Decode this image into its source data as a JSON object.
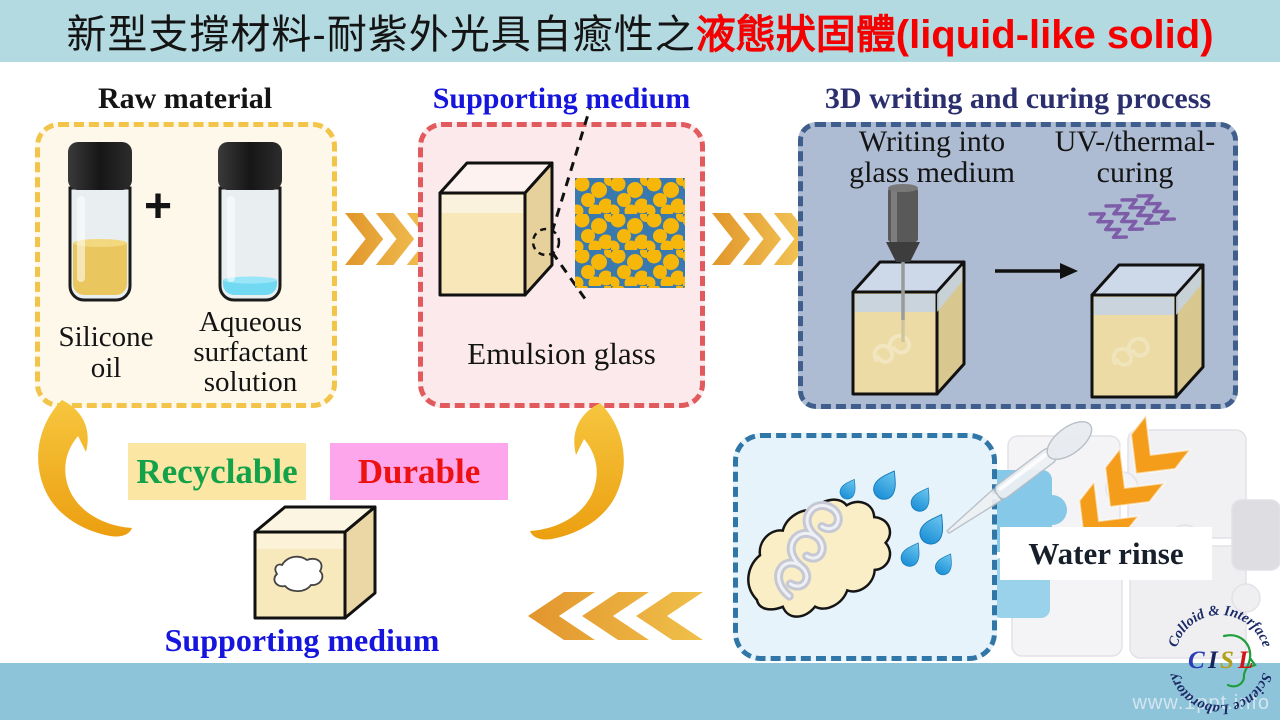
{
  "header": {
    "title_black": "新型支撐材料-耐紫外光具自癒性之",
    "title_red": "液態狀固體(liquid-like solid)"
  },
  "raw": {
    "heading": "Raw material",
    "plus": "+",
    "vial1_label_lines": [
      "Silicone",
      "oil"
    ],
    "vial2_label_lines": [
      "Aqueous",
      "surfactant",
      "solution"
    ]
  },
  "medium": {
    "heading": "Supporting medium",
    "caption": "Emulsion glass"
  },
  "process": {
    "heading": "3D writing and curing process",
    "left_label_lines": [
      "Writing into",
      "glass medium"
    ],
    "right_label_lines": [
      "UV-/thermal-",
      "curing"
    ]
  },
  "cycle": {
    "recyclable": "Recyclable",
    "durable": "Durable",
    "medium_caption": "Supporting medium",
    "rinse_caption": "Water rinse"
  },
  "logo": {
    "arc_top": "Colloid & Interface",
    "arc_bottom": "Science Laboratory",
    "letters": [
      "C",
      "I",
      "S",
      "L"
    ]
  },
  "watermark": "www.1ppt.info",
  "colors": {
    "header_bg": "#b3dae0",
    "footer_bg": "#8ec4da",
    "title_red": "#f40000",
    "heading_blue": "#1515dd",
    "heading_navy": "#2b2f6e",
    "raw_border": "#f3c44a",
    "raw_bg": "#fdf8ea",
    "medium_border": "#e15a5e",
    "medium_bg": "#fbe9eb",
    "process_border": "#3f5e8c",
    "process_bg": "#adbcd3",
    "rinse_border": "#3076a6",
    "rinse_bg": "#e7f3fb",
    "recyclable_bg": "#fbe7a3",
    "recyclable_text": "#13a24a",
    "durable_bg": "#fda6ec",
    "durable_text": "#ee1111",
    "arrow_orange": "#f0a21f",
    "emulsion_blue": "#3a79ae",
    "emulsion_yellow": "#f7b70a",
    "silicone_oil": "#eac75e",
    "surfactant_blue": "#72d9f3",
    "uv_purple": "#7d5ca8"
  }
}
